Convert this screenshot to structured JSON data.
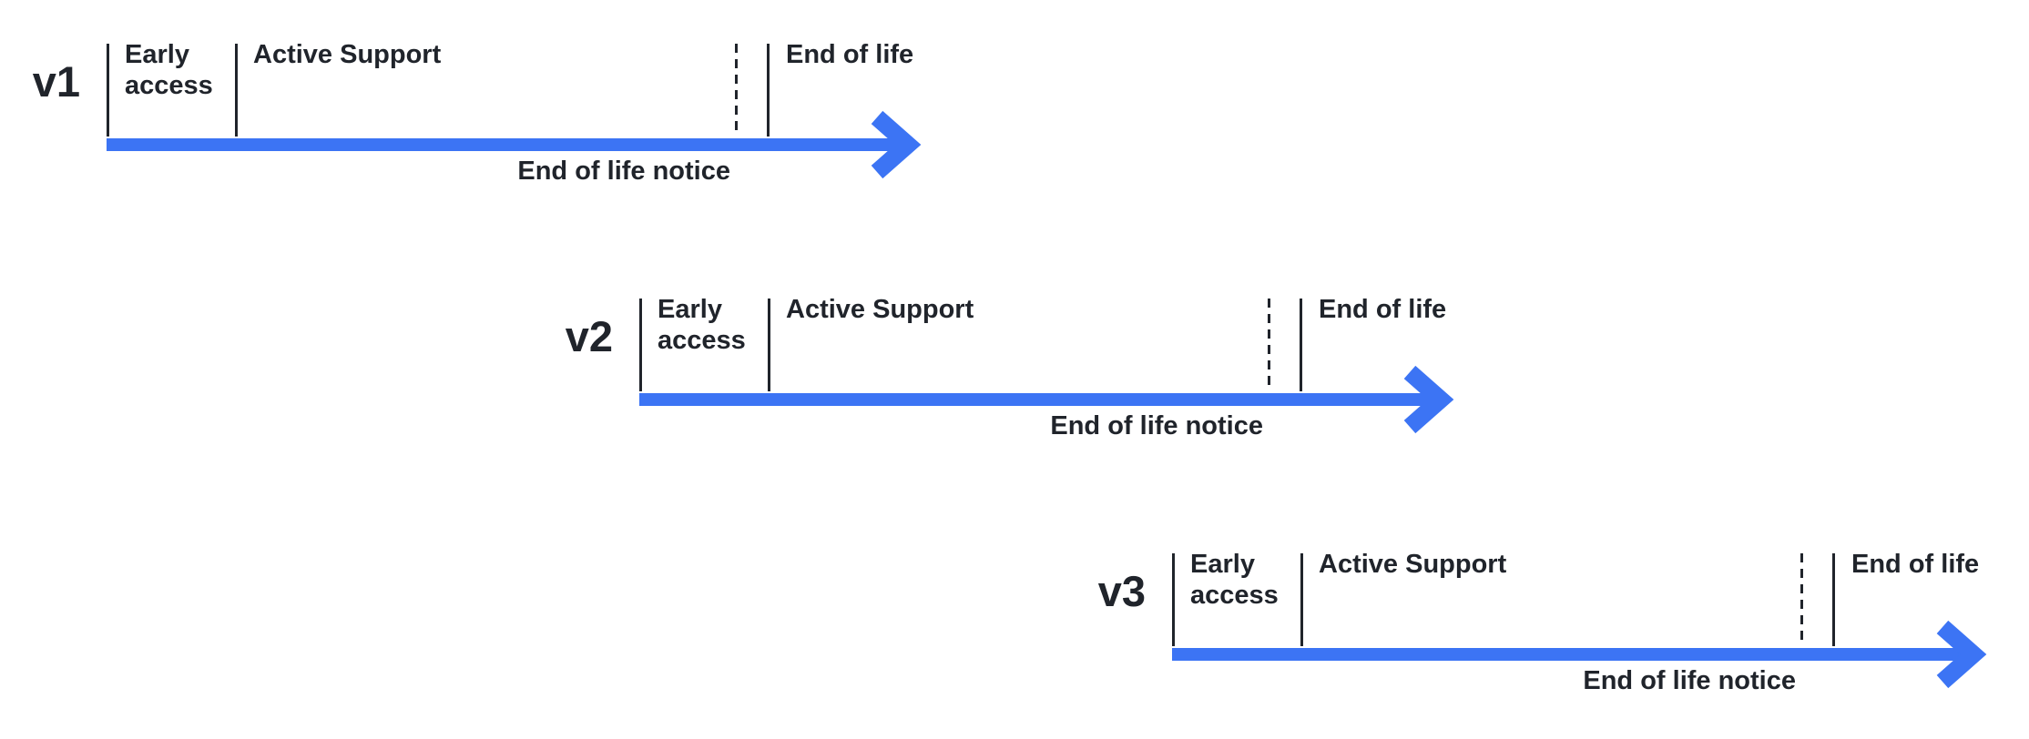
{
  "diagram": {
    "description": "Staggered version lifecycle timelines",
    "colors": {
      "timeline_arrow": "#3C74F4",
      "text": "#20242B",
      "background": "#FFFFFF"
    },
    "labels": {
      "early_access": "Early access",
      "active_support": "Active Support",
      "end_of_life": "End of life",
      "end_of_life_notice": "End of life notice"
    },
    "timelines": [
      {
        "version": "v1"
      },
      {
        "version": "v2"
      },
      {
        "version": "v3"
      }
    ]
  }
}
